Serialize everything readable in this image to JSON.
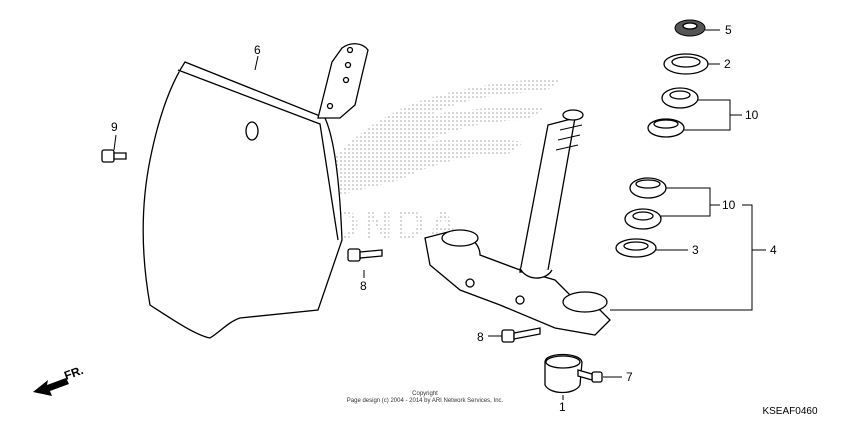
{
  "callouts": {
    "p1": "1",
    "p2": "2",
    "p3": "3",
    "p4": "4",
    "p5": "5",
    "p6": "6",
    "p7": "7",
    "p8a": "8",
    "p8b": "8",
    "p9": "9",
    "p10a": "10",
    "p10b": "10"
  },
  "direction_label": "FR.",
  "copyright": {
    "line1": "Copyright",
    "line2": "Page design (c) 2004 - 2014 by ARI Network Services, Inc."
  },
  "diagram_code": "KSEAF0460",
  "watermark": {
    "brand": "HONDA"
  },
  "colors": {
    "ink": "#000000",
    "watermark": "#9a9a9a",
    "background": "#ffffff"
  }
}
